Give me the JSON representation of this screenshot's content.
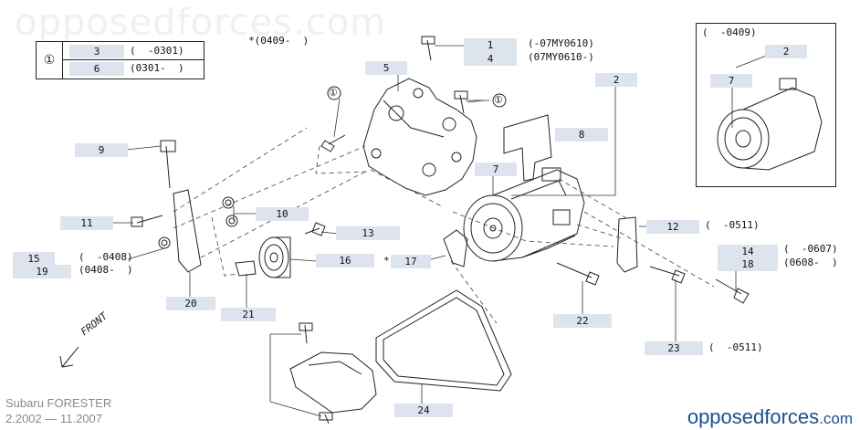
{
  "watermark": "opposedforces.com",
  "footer": {
    "model": "Subaru FORESTER",
    "years": "2.2002 — 11.2007",
    "brand": "opposedforces",
    "brand_suffix": ".com"
  },
  "legend": {
    "symbol": "①",
    "rows": [
      {
        "part": "3",
        "range": "(  -0301)"
      },
      {
        "part": "6",
        "range": "(0301-  )"
      }
    ]
  },
  "star_note": "*(0409-  )",
  "inset_range": "(  -0409)",
  "callouts": {
    "p1": "1",
    "p4": "4",
    "p2": "2",
    "p2b": "2",
    "p5": "5",
    "p7": "7",
    "p7b": "7",
    "p8": "8",
    "p9": "9",
    "p10": "10",
    "p11": "11",
    "p12": "12",
    "p13": "13",
    "p14": "14",
    "p15": "15",
    "p16": "16",
    "p17": "17",
    "p18": "18",
    "p19": "19",
    "p20": "20",
    "p21": "21",
    "p22": "22",
    "p23": "23",
    "p24": "24"
  },
  "notes": {
    "n1": "(-07MY0610)",
    "n4": "(07MY0610-)",
    "n12": "(  -0511)",
    "n14": "(  -0607)",
    "n18": "(0608-  )",
    "n15": "(  -0408)",
    "n19": "(0408-  )",
    "n23": "(  -0511)",
    "star17": "*"
  },
  "circle_refs": [
    "①",
    "①"
  ],
  "front_label": "FRONT"
}
